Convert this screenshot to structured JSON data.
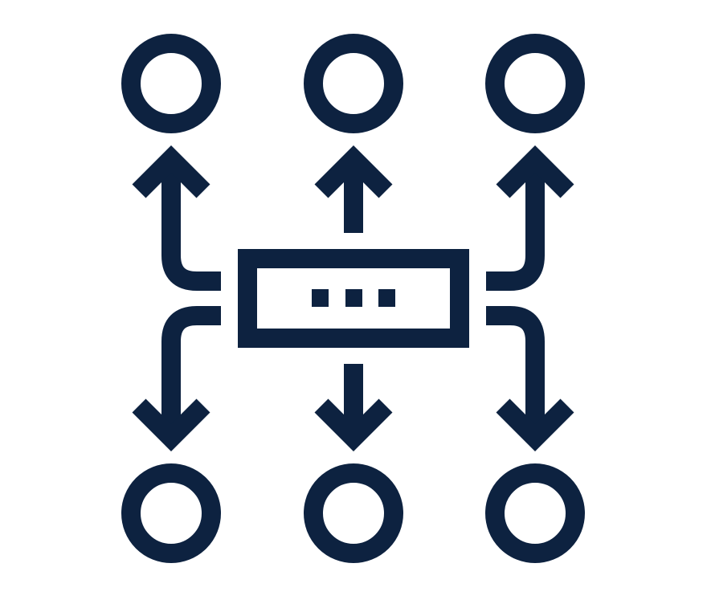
{
  "icon": {
    "name": "distribution-hub-icon",
    "stroke_color": "#0d2240",
    "background_color": "#ffffff",
    "hub": {
      "name": "central-hub",
      "indicator": "ellipsis",
      "dot_count": 3
    },
    "nodes": {
      "top": [
        "top-left",
        "top-center",
        "top-right"
      ],
      "bottom": [
        "bottom-left",
        "bottom-center",
        "bottom-right"
      ]
    },
    "arrows": {
      "up": [
        "up-left",
        "up-center",
        "up-right"
      ],
      "down": [
        "down-left",
        "down-center",
        "down-right"
      ]
    }
  }
}
